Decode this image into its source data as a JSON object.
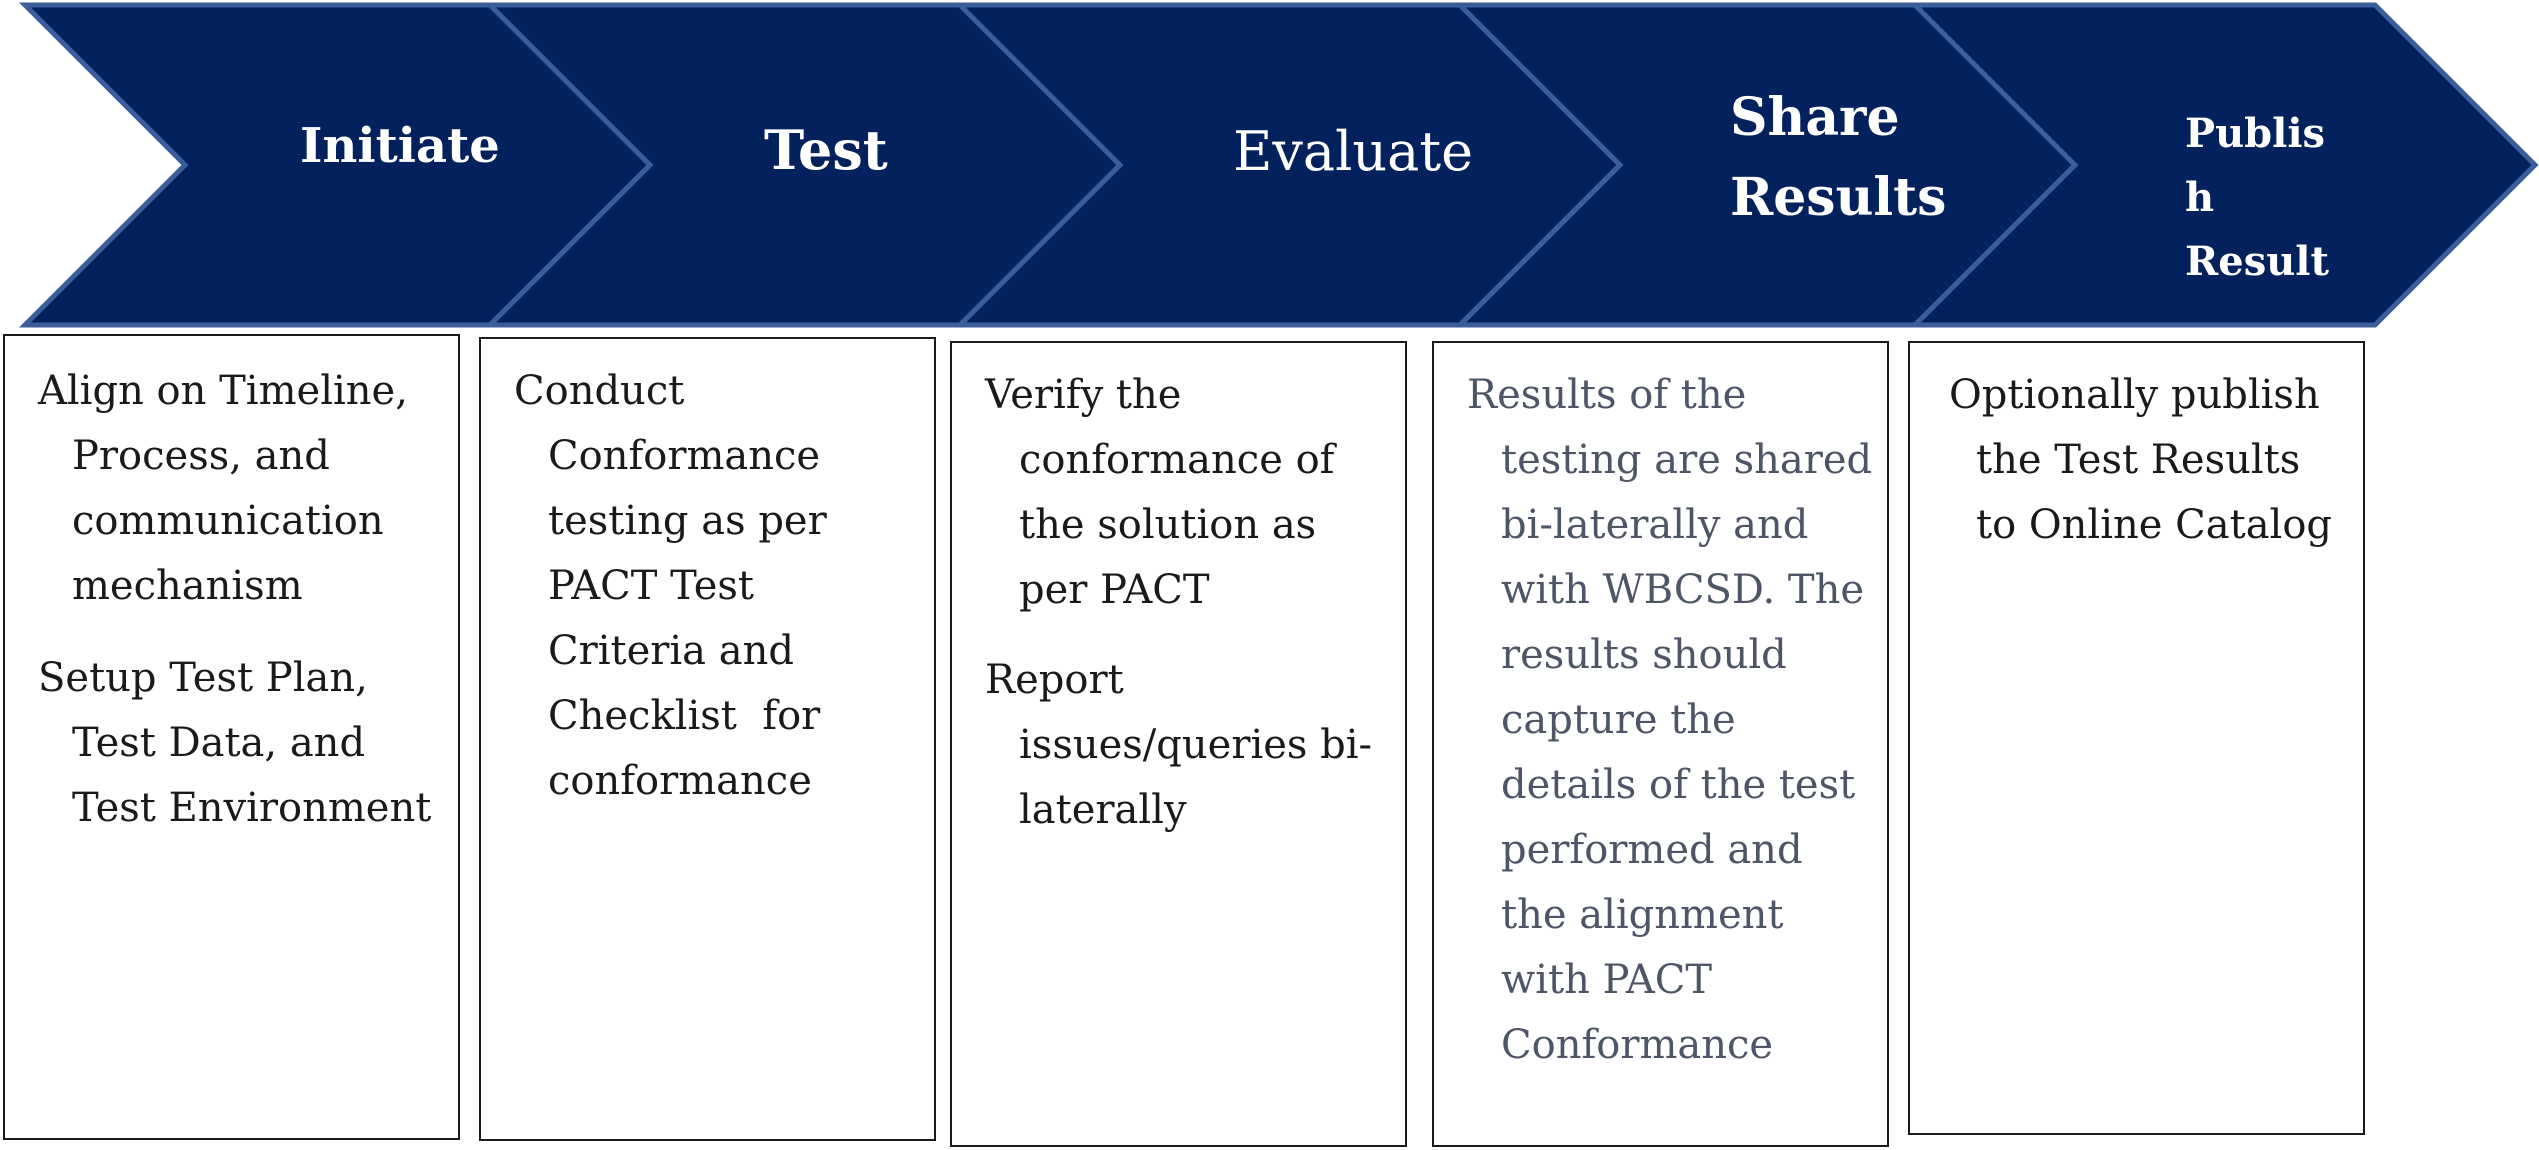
{
  "colors": {
    "chevron_fill": "#03215d",
    "chevron_stroke": "#3b5d9a",
    "box_border": "#1a1a1a",
    "body_text": "#1a1a1a",
    "muted_text": "#4d5566"
  },
  "stages": [
    {
      "title": "Initiate",
      "box": {
        "paragraphs": [
          {
            "lines": [
              "Align on Timeline,",
              "Process, and",
              "communication",
              "mechanism"
            ]
          },
          {
            "lines": [
              "Setup Test Plan,",
              "Test Data, and",
              "Test Environment"
            ]
          }
        ]
      }
    },
    {
      "title": "Test",
      "box": {
        "paragraphs": [
          {
            "lines": [
              "Conduct",
              "Conformance",
              "testing as per",
              "PACT Test",
              "Criteria and",
              "Checklist  for",
              "conformance"
            ]
          }
        ]
      }
    },
    {
      "title": "Evaluate",
      "box": {
        "paragraphs": [
          {
            "lines": [
              "Verify the",
              "conformance of",
              "the solution as",
              "per PACT"
            ]
          },
          {
            "lines": [
              "Report",
              "issues/queries bi-",
              "laterally"
            ]
          }
        ]
      }
    },
    {
      "title_lines": [
        "Share",
        "Results"
      ],
      "box": {
        "paragraphs": [
          {
            "lines": [
              "Results of the",
              "testing are shared",
              "bi-laterally and",
              "with WBCSD. The",
              "results should",
              "capture the",
              "details of the test",
              "performed and",
              "the alignment",
              "with PACT",
              "Conformance"
            ]
          }
        ]
      }
    },
    {
      "title_lines": [
        "Publis",
        "h",
        "Result"
      ],
      "box": {
        "paragraphs": [
          {
            "lines": [
              "Optionally publish",
              "the Test Results",
              "to Online Catalog"
            ]
          }
        ]
      }
    }
  ]
}
